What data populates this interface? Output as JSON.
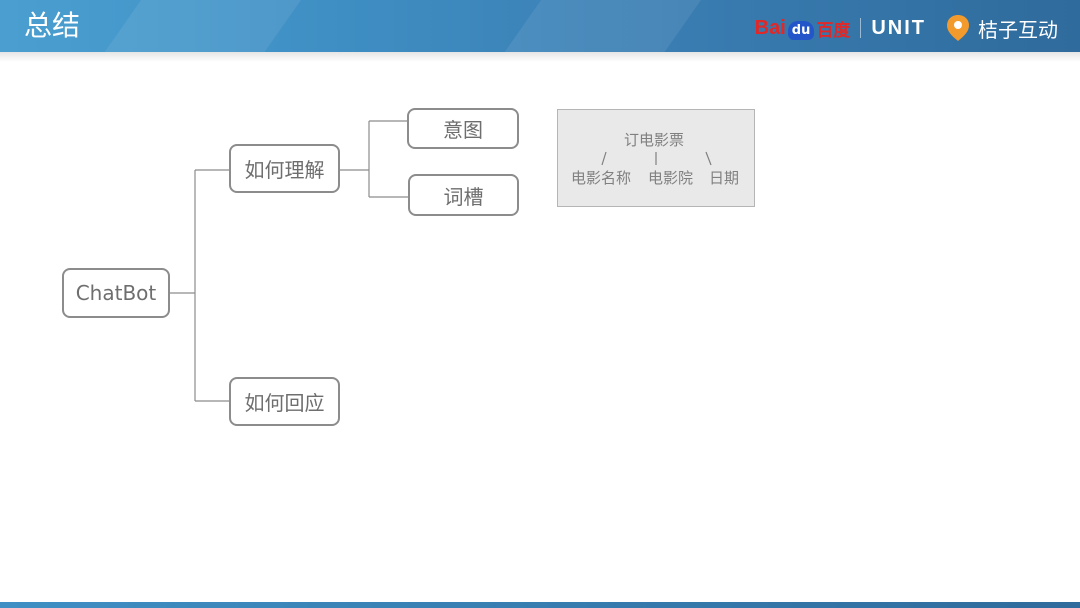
{
  "slide": {
    "title": "总结"
  },
  "logos": {
    "baidu_latin": "Bai",
    "baidu_du": "du",
    "baidu_cn": "百度",
    "unit": "UNIT",
    "orange": "桔子互动"
  },
  "mindmap": {
    "root": "ChatBot",
    "understand": "如何理解",
    "respond": "如何回应",
    "intent": "意图",
    "slot": "词槽"
  },
  "example": {
    "intent": "订电影票",
    "slot1": "电影名称",
    "slot2": "电影院",
    "slot3": "日期"
  },
  "colors": {
    "header": "#3f8fc4",
    "node_border": "#8c8c8c",
    "node_text": "#6e6e6e",
    "example_bg": "#e9e9e9",
    "baidu_red": "#e02828",
    "baidu_blue": "#2356c8",
    "orange": "#f39a2c"
  }
}
